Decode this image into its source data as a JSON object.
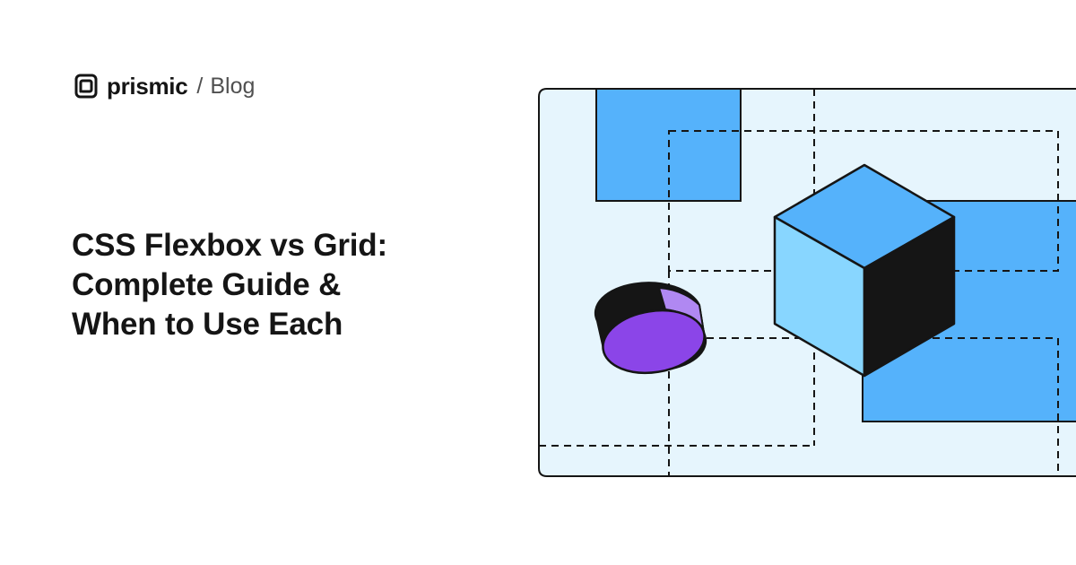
{
  "brand": {
    "name": "prismic",
    "separator": "/",
    "section": "Blog",
    "logo_icon": "prismic-logo-icon"
  },
  "article": {
    "title_lines": [
      "CSS Flexbox vs Grid:",
      "Complete Guide &",
      "When to Use Each"
    ]
  },
  "illustration": {
    "icons": [
      "layout-grid-illustration",
      "cube-shape",
      "cylinder-shape"
    ],
    "colors": {
      "panel": "#E6F5FD",
      "blue": "#55B2FB",
      "light_blue": "#88D6FF",
      "black": "#151515",
      "purple": "#8B45E8",
      "light_purple": "#B088F2"
    }
  }
}
